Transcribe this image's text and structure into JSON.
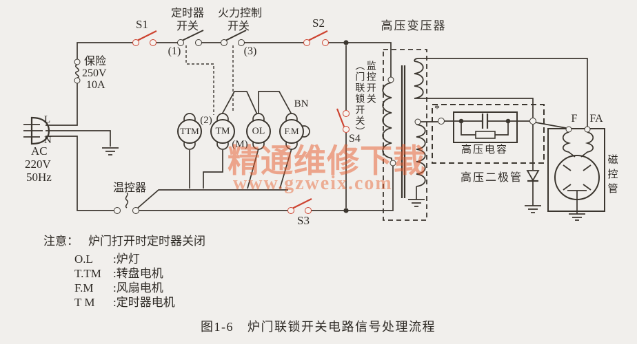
{
  "caption": {
    "fig_no": "图1-6",
    "text": "炉门联锁开关电路信号处理流程"
  },
  "watermark": {
    "line1": "精通维修下载",
    "line2": "www.gzweix.com"
  },
  "power": {
    "l": "L",
    "n": "N",
    "ac": "AC",
    "voltage": "220V",
    "freq": "50Hz"
  },
  "fuse": {
    "name": "保险",
    "voltage": "250V",
    "current": "10A"
  },
  "switches": {
    "s1": "S1",
    "s2": "S2",
    "s3": "S3",
    "s4": "S4",
    "timer_label_1": "定时器",
    "timer_label_2": "开关",
    "timer_contact": "(1)",
    "power_label_1": "火力控制",
    "power_label_2": "开关",
    "power_contact": "(3)",
    "thermostat": "温控器",
    "monitor_main": "监控开关",
    "monitor_paren": "（门联锁开关）"
  },
  "transformer": {
    "label": "高压变压器"
  },
  "capacitor": {
    "label": "高压电容",
    "mark": "*"
  },
  "diode": {
    "label": "高压二极管"
  },
  "magnetron": {
    "label": "磁控管",
    "f": "F",
    "fa": "FA"
  },
  "motors": {
    "ttm": "TTM",
    "tm": "TM",
    "ol": "OL",
    "fm": "F.M",
    "tm_top": "(2)",
    "tm_bottom": "(M)",
    "fm_top": "BN"
  },
  "notes": {
    "headline_prefix": "注意：",
    "headline": "炉门打开时定时器关闭",
    "items": [
      {
        "abbr": "O.L",
        "sep": ":",
        "meaning": "炉灯"
      },
      {
        "abbr": "T.TM",
        "sep": ":",
        "meaning": "转盘电机"
      },
      {
        "abbr": "F.M",
        "sep": ":",
        "meaning": "风扇电机"
      },
      {
        "abbr": "T M",
        "sep": ":",
        "meaning": "定时器电机"
      }
    ]
  },
  "colors": {
    "line": "#3b362f",
    "switch_red": "#cd4330",
    "watermark": "#e75a29"
  }
}
